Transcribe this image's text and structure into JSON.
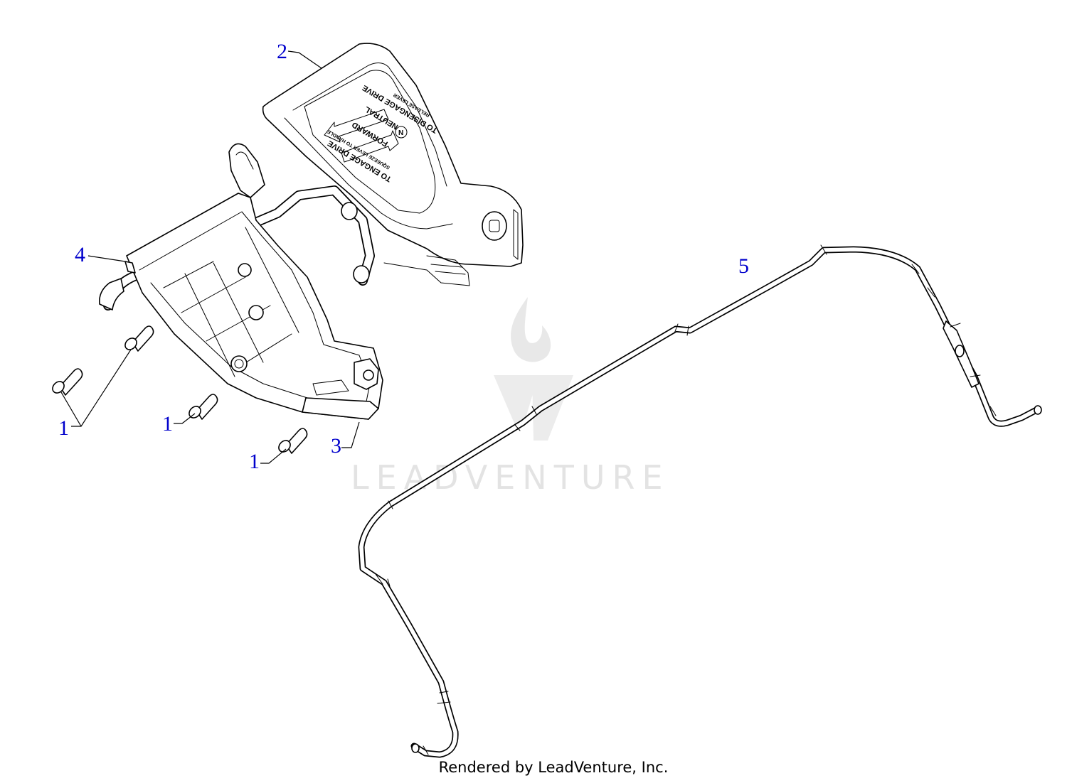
{
  "callouts": [
    {
      "id": "1a",
      "label": "1"
    },
    {
      "id": "1b",
      "label": "1"
    },
    {
      "id": "1c",
      "label": "1"
    },
    {
      "id": "2",
      "label": "2"
    },
    {
      "id": "3",
      "label": "3"
    },
    {
      "id": "4",
      "label": "4"
    },
    {
      "id": "5",
      "label": "5"
    }
  ],
  "decal": {
    "line1": "TO ENGAGE DRIVE",
    "line2": "SQUEEZE LEVER TO HANDLE",
    "forward": "FORWARD",
    "neutral": "NEUTRAL",
    "badge": "N",
    "line3": "TO DISENGAGE DRIVE",
    "line4": "RELEASE LEVER"
  },
  "watermark": {
    "text": "LEADVENTURE",
    "color": "#e3e3e3"
  },
  "footer": {
    "text": "Rendered by LeadVenture, Inc."
  },
  "colors": {
    "callout": "#0000cc",
    "line": "#000000"
  }
}
